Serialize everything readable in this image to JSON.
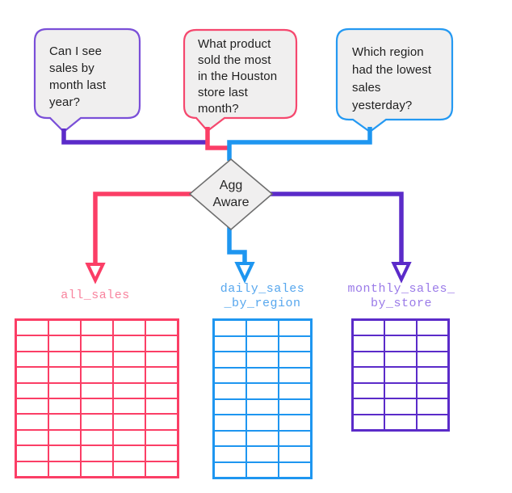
{
  "bubbles": [
    {
      "text": "Can I see\nsales by\nmonth last\nyear?",
      "border_color": "#7a4fd8",
      "fill": "#f0efef"
    },
    {
      "text": "What product\nsold the most\nin the Houston\nstore last\nmonth?",
      "border_color": "#f5486e",
      "fill": "#f0efef"
    },
    {
      "text": "Which region\nhad the lowest\nsales\nyesterday?",
      "border_color": "#2499f2",
      "fill": "#f0efef"
    }
  ],
  "decision": {
    "label": "Agg\nAware",
    "fill": "#f0efef",
    "border_color": "#6e6e6e"
  },
  "connectors": {
    "purple": "#5b2bc9",
    "pink": "#fb3e66",
    "blue": "#1e96f0",
    "arrowhead_fill": "#ffffff"
  },
  "tables": [
    {
      "label": "all_sales",
      "label_color": "#f8849e",
      "grid_color": "#fb3e66",
      "rows": 10,
      "cols": 5
    },
    {
      "label": "daily_sales\n_by_region",
      "label_color": "#57a7ee",
      "grid_color": "#1e96f0",
      "rows": 10,
      "cols": 3
    },
    {
      "label": "monthly_sales_\nby_store",
      "label_color": "#9a7ae8",
      "grid_color": "#5b2bc9",
      "rows": 7,
      "cols": 3
    }
  ]
}
